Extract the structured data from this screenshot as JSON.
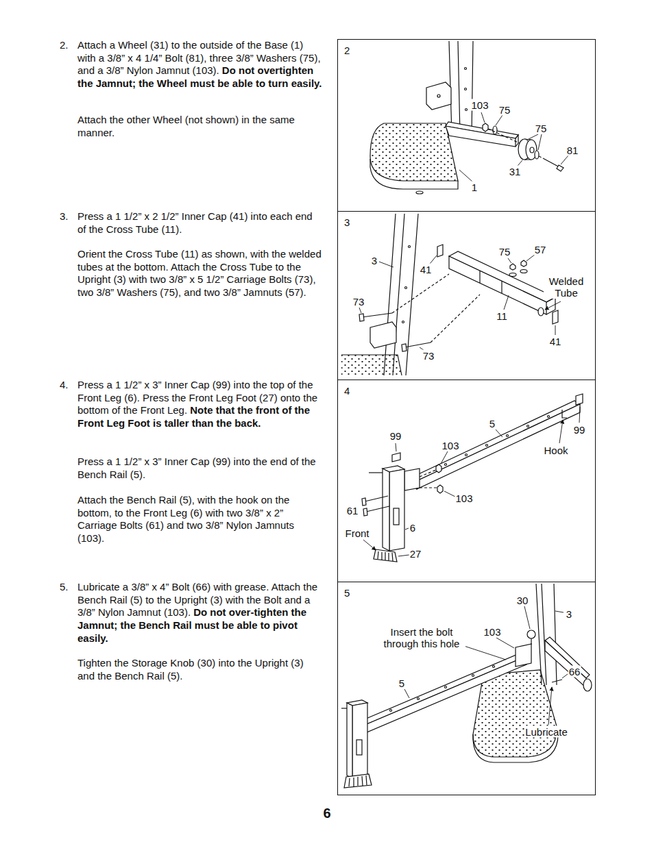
{
  "diagram": {
    "nodes": [
      {
        "text": [
          "2"
        ]
      },
      {
        "text": [
          "3"
        ]
      },
      {
        "text": [
          "4"
        ]
      },
      {
        "text": [
          "5"
        ]
      }
    ],
    "labels": [
      "2.",
      "Attach a Wheel (31) to the outside of the Base (1) with a 3/8” x 4 1/4” Bolt (81), three 3/8” Washers (75), and a 3/8” Nylon Jamnut (103).",
      "Do not overtighten the Jamnut; the Wheel must be able to turn easily.",
      "Attach the other Wheel (not shown) in the same manner.",
      "3.",
      "Press a 1 1/2” x 2 1/2” Inner Cap (41) into each end of the Cross Tube (11).",
      "Orient the Cross Tube (11) as shown, with the welded tubes at the bottom. Attach the Cross Tube to the Upright (3) with two 3/8” x 5 1/2” Carriage Bolts (73), two 3/8” Washers (75), and two 3/8” Jamnuts (57).",
      "4.",
      "Press a 1 1/2” x 3” Inner Cap (99) into the top of the Front Leg (6). Press the Front Leg Foot (27) onto the bottom of the Front Leg.",
      "Note that the front of the Front Leg Foot is taller than the back.",
      "Press a 1 1/2” x 3” Inner Cap (99) into the end of the Bench Rail (5).",
      "Attach the Bench Rail (5), with the hook on the bottom, to the Front Leg (6) with two 3/8” x 2” Carriage Bolts (61) and two 3/8” Nylon Jamnuts (103).",
      "5.",
      "Lubricate a 3/8” x 4” Bolt (66) with grease. Attach the Bench Rail (5) to the Upright (3) with the Bolt and a 3/8” Nylon Jamnut (103).",
      "Do not over-tighten the Jamnut; the Bench Rail must be able to pivot easily.",
      "Tighten the Storage Knob (30) into the Upright (3) and the Bench Rail (5).",
      "6",
      "103",
      "75",
      "75",
      "81",
      "31",
      "1",
      "3",
      "41",
      "75",
      "57",
      "Welded Tube",
      "73",
      "11",
      "41",
      "73",
      "99",
      "5",
      "99",
      "103",
      "Hook",
      "103",
      "61",
      "6",
      "Front",
      "27",
      "30",
      "3",
      "Insert the bolt through this hole",
      "103",
      "66",
      "5",
      "Lubricate"
    ]
  }
}
